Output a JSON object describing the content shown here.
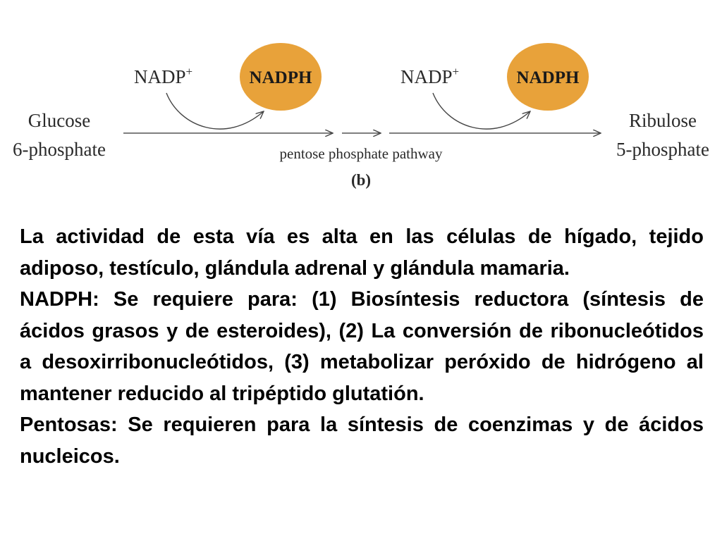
{
  "diagram": {
    "start_label_line1": "Glucose",
    "start_label_line2": "6-phosphate",
    "end_label_line1": "Ribulose",
    "end_label_line2": "5-phosphate",
    "step1_input": "NADP",
    "step1_input_sup": "+",
    "step1_output": "NADPH",
    "step2_input": "NADP",
    "step2_input_sup": "+",
    "step2_output": "NADPH",
    "pathway_label": "pentose phosphate pathway",
    "panel_label": "(b)",
    "oval_color": "#E8A23A"
  },
  "text": {
    "paragraph1": "La actividad de esta vía es alta en las células de hígado, tejido adiposo, testículo, glándula adrenal y glándula mamaria.",
    "paragraph2": "NADPH: Se requiere para: (1) Biosíntesis reductora (síntesis de ácidos grasos y de esteroides), (2) La conversión de ribonucleótidos a desoxirribonucleótidos, (3) metabolizar peróxido de hidrógeno al mantener reducido al tripéptido glutatión.",
    "paragraph3": "Pentosas: Se requieren para la síntesis de coenzimas y de ácidos nucleicos."
  }
}
